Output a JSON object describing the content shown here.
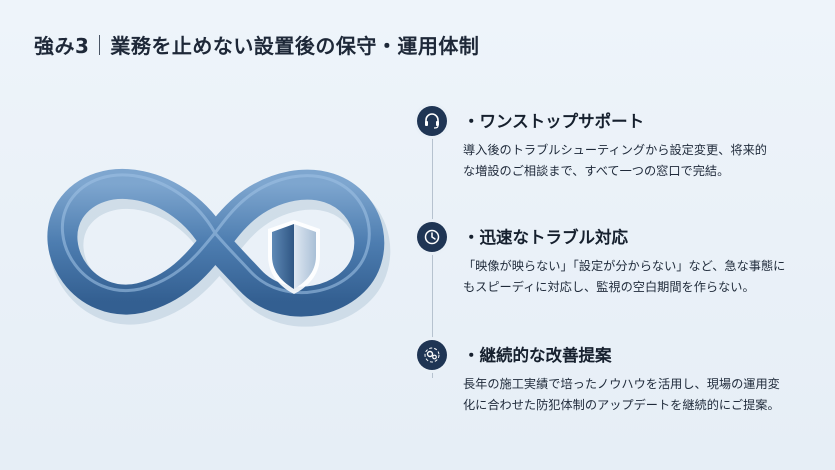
{
  "title": {
    "label": "強み3",
    "text": "業務を止めない設置後の保守・運用体制"
  },
  "features": [
    {
      "icon": "headset-icon",
      "heading": "・ワンストップサポート",
      "lines": [
        "導入後のトラブルシューティングから設定変更、将来的",
        "な増設のご相談まで、すべて一つの窓口で完結。"
      ]
    },
    {
      "icon": "clock-icon",
      "heading": "・迅速なトラブル対応",
      "lines": [
        "「映像が映らない」「設定が分からない」など、急な事態に",
        "もスピーディに対応し、監視の空白期間を作らない。"
      ]
    },
    {
      "icon": "gears-icon",
      "heading": "・継続的な改善提案",
      "lines": [
        "長年の施工実績で培ったノウハウを活用し、現場の運用変",
        "化に合わせた防犯体制のアップデートを継続的にご提案。"
      ]
    }
  ],
  "colors": {
    "infinity": "#4f7fb0",
    "icon_bg": "#1f3554",
    "background": "#eaf1f8"
  }
}
